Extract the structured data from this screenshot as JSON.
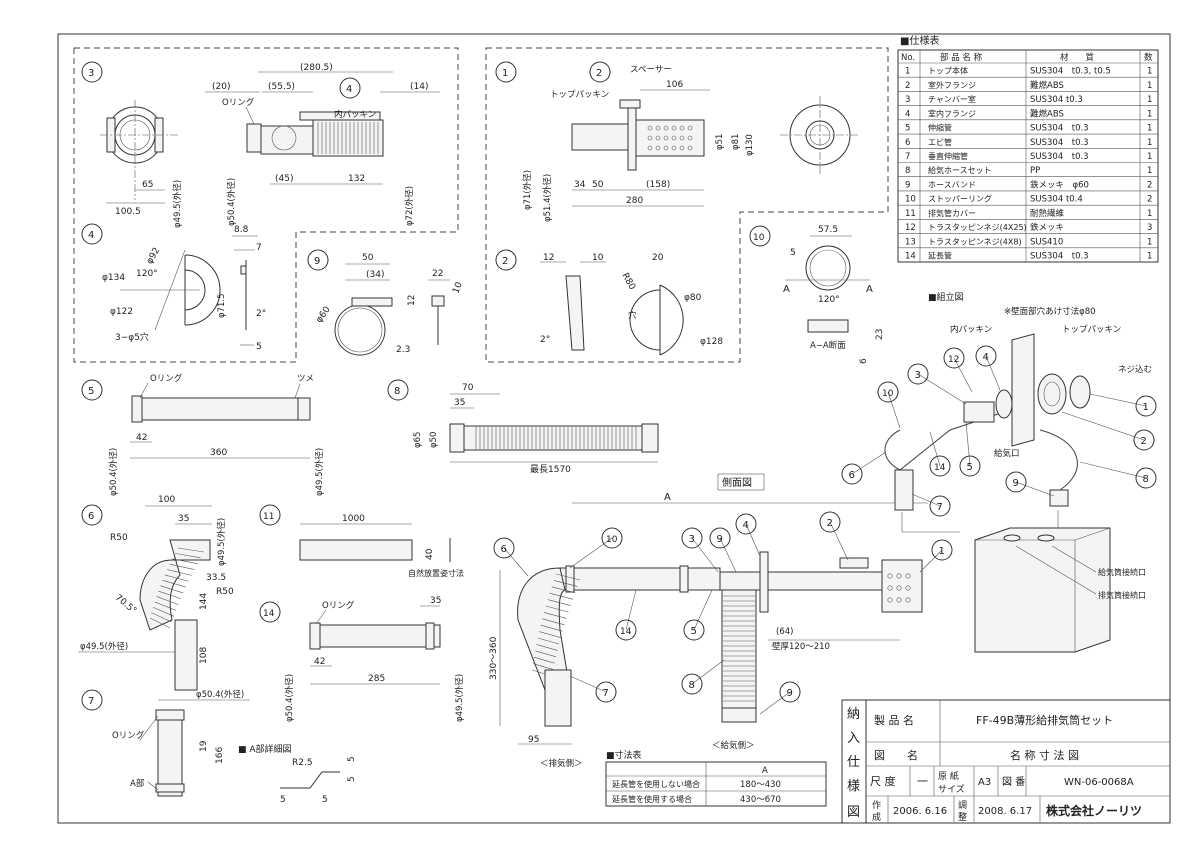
{
  "spec": {
    "title": "■仕様表",
    "headers": [
      "No.",
      "部 品 名 称",
      "材　　質",
      "数"
    ],
    "rows": [
      [
        "1",
        "トップ本体",
        "SUS304　t0.3, t0.5",
        "1"
      ],
      [
        "2",
        "室外フランジ",
        "難燃ABS",
        "1"
      ],
      [
        "3",
        "チャンバー室",
        "SUS304 t0.3",
        "1"
      ],
      [
        "4",
        "室内フランジ",
        "難燃ABS",
        "1"
      ],
      [
        "5",
        "伸縮管",
        "SUS304　t0.3",
        "1"
      ],
      [
        "6",
        "エビ管",
        "SUS304　t0.3",
        "1"
      ],
      [
        "7",
        "垂直伸縮管",
        "SUS304　t0.3",
        "1"
      ],
      [
        "8",
        "給気ホースセット",
        "PP",
        "1"
      ],
      [
        "9",
        "ホースバンド",
        "鉄メッキ　φ60",
        "2"
      ],
      [
        "10",
        "ストッパーリング",
        "SUS304 t0.4",
        "2"
      ],
      [
        "11",
        "排気管カバー",
        "耐熱繊維",
        "1"
      ],
      [
        "12",
        "トラスタッピンネジ(4X25)",
        "鉄メッキ",
        "3"
      ],
      [
        "13",
        "トラスタッピンネジ(4X8)",
        "SUS410",
        "1"
      ],
      [
        "14",
        "延長管",
        "SUS304　t0.3",
        "1"
      ]
    ]
  },
  "assembly": {
    "title": "■組立図",
    "wall_hole": "※壁面部穴あけ寸法φ80",
    "inner_packing": "内パッキン",
    "top_packing": "トップパッキン",
    "screw_in": "ネジ込む",
    "supply_port": "給気口",
    "supply_conn": "給気筒接続口",
    "exhaust_conn": "排気筒接続口"
  },
  "side_view": {
    "title": "側面図",
    "dim_a": "A",
    "dim_64": "(64)",
    "wall": "壁厚120～210",
    "height": "330～360",
    "dim_95": "95",
    "exhaust_side": "＜排気側＞",
    "supply_side": "＜給気側＞"
  },
  "dim_table": {
    "title": "■寸法表",
    "col": "A",
    "rows": [
      [
        "延長管を使用しない場合",
        "180～430"
      ],
      [
        "延長管を使用する場合",
        "430～670"
      ]
    ]
  },
  "detail": {
    "title": "■ A部詳細図",
    "r": "R2.5",
    "d5a": "5",
    "d5b": "5",
    "d5c": "5",
    "d5d": "5"
  },
  "titleblock": {
    "side": [
      "納",
      "入",
      "仕",
      "様",
      "図"
    ],
    "product_label": "製 品 名",
    "product": "FF-49B薄形給排気筒セット",
    "drawing_label": "図　　名",
    "drawing": "名 称 寸 法 図",
    "scale_label": "尺 度",
    "scale": "一",
    "paper_label1": "原 紙",
    "paper_label2": "サイズ",
    "paper": "A3",
    "no_label": "図 番",
    "no": "WN-06-0068A",
    "made_label1": "作",
    "made_label2": "成",
    "made": "2006. 6.16",
    "adj_label1": "調",
    "adj_label2": "整",
    "adj": "2008. 6.17",
    "company": "株式会社ノーリツ"
  },
  "p1": {
    "num": "1",
    "spacer": "スペーサー",
    "top_packing": "トップパッキン",
    "d106": "106",
    "phi51": "φ51",
    "phi81": "φ81",
    "phi130": "φ130",
    "phi71": "φ71(外径)",
    "phi514": "φ51.4(外径)",
    "d34": "34",
    "d50": "50",
    "d158": "(158)",
    "d280": "280",
    "callout": "2"
  },
  "p2": {
    "num": "2",
    "d12": "12",
    "d10": "10",
    "deg2": "2°",
    "r80": "R80",
    "d20": "20",
    "phi80": "φ80",
    "phi128": "φ128",
    "hole": "穴"
  },
  "p3": {
    "num": "3",
    "d2805": "(280.5)",
    "d20": "(20)",
    "d555": "(55.5)",
    "d14": "(14)",
    "oring": "Oリング",
    "inner_packing": "内パッキン",
    "callout": "4",
    "d65": "65",
    "d1005": "100.5",
    "phi495": "φ49.5(外径)",
    "phi504": "φ50.4(外径)",
    "d45": "(45)",
    "d132": "132",
    "phi72": "φ72(外径)"
  },
  "p4": {
    "num": "4",
    "phi92": "φ92",
    "phi134": "φ134",
    "deg120": "120°",
    "phi122": "φ122",
    "holes": "3−φ5穴",
    "d88": "8.8",
    "d7": "7",
    "phi715": "φ71.5",
    "deg2": "2°",
    "d5": "5"
  },
  "p5": {
    "num": "5",
    "oring": "Oリング",
    "tsume": "ツメ",
    "d42": "42",
    "d360": "360",
    "phi504": "φ50.4(外径)",
    "phi495": "φ49.5(外径)"
  },
  "p6": {
    "num": "6",
    "d100": "100",
    "d35": "35",
    "phi495a": "φ49.5(外径)",
    "r50a": "R50",
    "d335": "33.5",
    "d144": "144",
    "r50b": "R50",
    "deg705": "70.5°",
    "d108": "108",
    "phi495b": "φ49.5(外径)"
  },
  "p7": {
    "num": "7",
    "phi504": "φ50.4(外径)",
    "oring": "Oリング",
    "d19": "19",
    "d166": "166",
    "a_part": "A部"
  },
  "p8": {
    "num": "8",
    "d70": "70",
    "d35": "35",
    "phi65": "φ65",
    "phi50": "φ50",
    "max": "最長1570"
  },
  "p9": {
    "num": "9",
    "d50": "50",
    "d34": "(34)",
    "d22": "22",
    "d12": "12",
    "d10": "10",
    "phi60": "φ60",
    "d23": "2.3"
  },
  "p10": {
    "num": "10",
    "d575": "57.5",
    "d5": "5",
    "a1": "A",
    "a2": "A",
    "deg120": "120°",
    "section": "A−A断面",
    "d23": "23",
    "d6": "6"
  },
  "p11": {
    "num": "11",
    "d1000": "1000",
    "d40": "40",
    "note": "自然放置姿寸法"
  },
  "p14": {
    "num": "14",
    "oring": "Oリング",
    "d35": "35",
    "d42": "42",
    "d285": "285",
    "phi504": "φ50.4(外径)",
    "phi495": "φ49.5(外径)"
  },
  "callouts_side": {
    "c1": "1",
    "c2": "2",
    "c3": "3",
    "c4": "4",
    "c5": "5",
    "c6": "6",
    "c7": "7",
    "c8": "8",
    "c9a": "9",
    "c9b": "9",
    "c10": "10",
    "c14": "14"
  },
  "callouts_asm": {
    "c1": "1",
    "c2": "2",
    "c3": "3",
    "c4": "4",
    "c5": "5",
    "c6": "6",
    "c7": "7",
    "c8": "8",
    "c9": "9",
    "c10": "10",
    "c12": "12",
    "c14": "14"
  }
}
